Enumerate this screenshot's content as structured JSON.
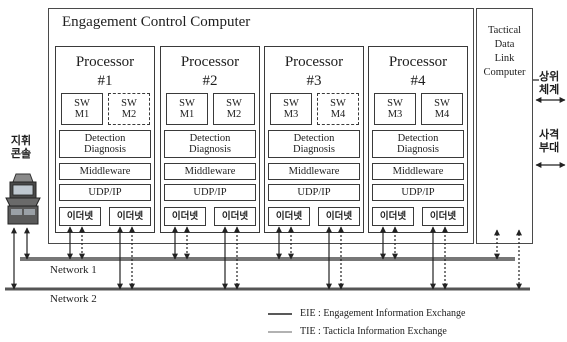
{
  "ecc": {
    "title": "Engagement Control Computer"
  },
  "processors": [
    {
      "title": "Processor",
      "number": "#1",
      "sw_left": "SW\nM1",
      "sw_right": "SW\nM2",
      "detection": "Detection\nDiagnosis",
      "middleware": "Middleware",
      "udp": "UDP/IP",
      "eth_left": "이더넷",
      "eth_right": "이더넷"
    },
    {
      "title": "Processor",
      "number": "#2",
      "sw_left": "SW\nM1",
      "sw_right": "SW\nM2",
      "detection": "Detection\nDiagnosis",
      "middleware": "Middleware",
      "udp": "UDP/IP",
      "eth_left": "이더넷",
      "eth_right": "이더넷"
    },
    {
      "title": "Processor",
      "number": "#3",
      "sw_left": "SW\nM3",
      "sw_right": "SW\nM4",
      "detection": "Detection\nDiagnosis",
      "middleware": "Middleware",
      "udp": "UDP/IP",
      "eth_left": "이더넷",
      "eth_right": "이더넷"
    },
    {
      "title": "Processor",
      "number": "#4",
      "sw_left": "SW\nM3",
      "sw_right": "SW\nM4",
      "detection": "Detection\nDiagnosis",
      "middleware": "Middleware",
      "udp": "UDP/IP",
      "eth_left": "이더넷",
      "eth_right": "이더넷"
    }
  ],
  "tdlc": {
    "label": "Tactical\nData\nLink\nComputer"
  },
  "upper_system": "상위\n체계",
  "firing_unit": "사격\n부대",
  "console": "지휘\n콘솔",
  "networks": {
    "net1": "Network 1",
    "net2": "Network 2"
  },
  "legend": {
    "eie": "EIE  : Engagement Information Exchange",
    "tie": "TIE  : Tacticla Information Exchange"
  }
}
